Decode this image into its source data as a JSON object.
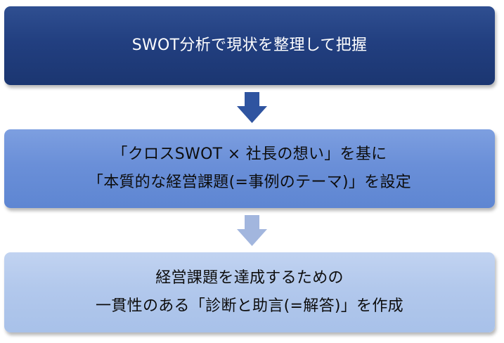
{
  "steps": [
    {
      "lines": [
        "SWOT分析で現状を整理して把握"
      ]
    },
    {
      "lines": [
        "「クロスSWOT × 社長の想い」を基に",
        "「本質的な経営課題(=事例のテーマ)」を設定"
      ]
    },
    {
      "lines": [
        "経営課題を達成するための",
        "一貫性のある「診断と助言(=解答)」を作成"
      ]
    }
  ],
  "colors": {
    "step1": "#223f80",
    "step2": "#6a8fd8",
    "step3": "#b2c8ec",
    "arrow1": "#2f54a0",
    "arrow2": "#a2b6de"
  }
}
